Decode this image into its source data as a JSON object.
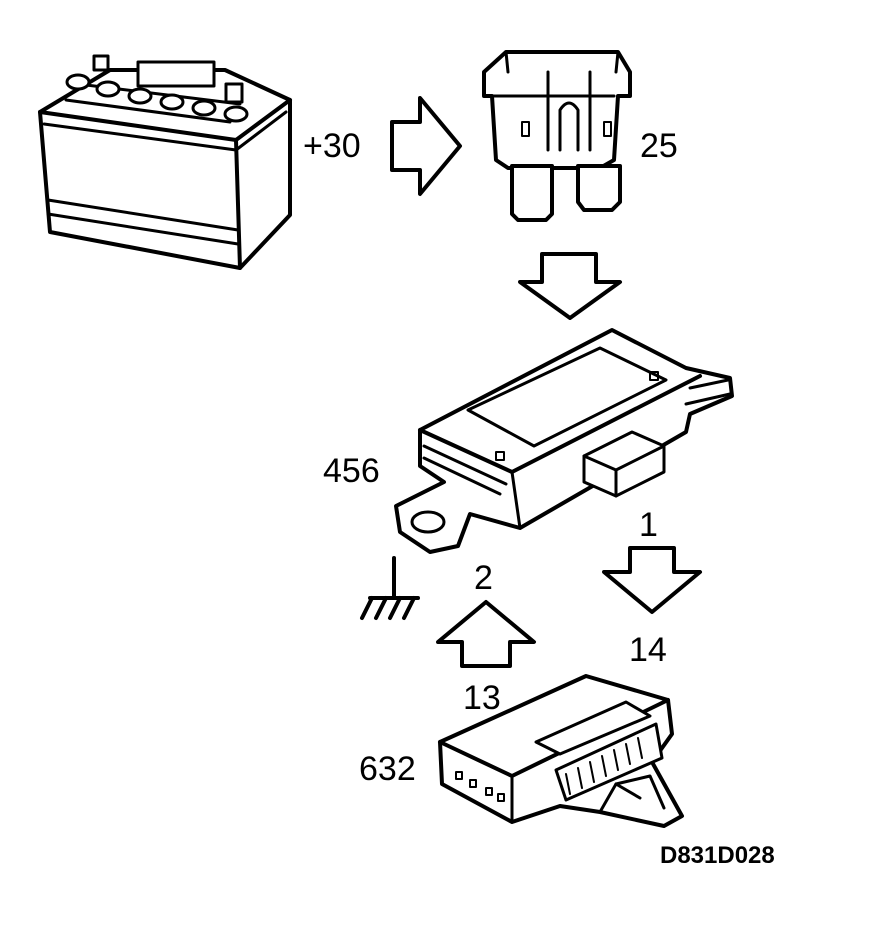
{
  "labels": {
    "battery_terminal": "+30",
    "fuse_number": "25",
    "module_upper": "456",
    "pin_1": "1",
    "pin_2": "2",
    "pin_14": "14",
    "pin_13": "13",
    "module_lower": "632",
    "figure_code": "D831D028"
  }
}
